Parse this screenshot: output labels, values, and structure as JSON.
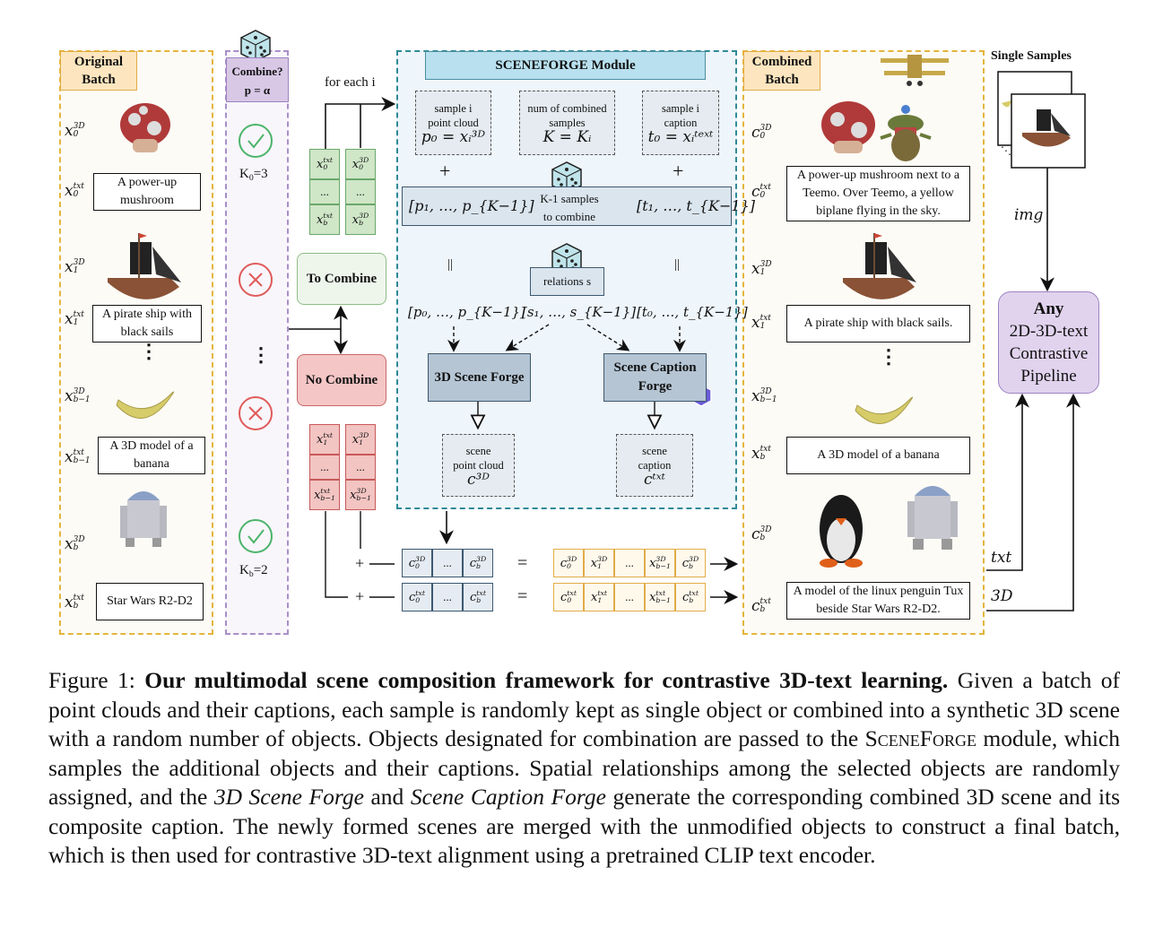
{
  "original_batch": {
    "title": "Original Batch",
    "items": [
      {
        "pc_label": "x",
        "pc_sup": "3D",
        "pc_sub": "0",
        "object": "mushroom",
        "txt_label": "x",
        "txt_sup": "txt",
        "txt_sub": "0",
        "caption": "A power-up mushroom"
      },
      {
        "pc_label": "x",
        "pc_sup": "3D",
        "pc_sub": "1",
        "object": "pirate ship",
        "txt_label": "x",
        "txt_sup": "txt",
        "txt_sub": "1",
        "caption": "A pirate ship with black sails"
      },
      {
        "pc_label": "x",
        "pc_sup": "3D",
        "pc_sub": "b−1",
        "object": "banana",
        "txt_label": "x",
        "txt_sup": "txt",
        "txt_sub": "b−1",
        "caption": "A 3D model of a banana"
      },
      {
        "pc_label": "x",
        "pc_sup": "3D",
        "pc_sub": "b",
        "object": "R2-D2",
        "txt_label": "x",
        "txt_sup": "txt",
        "txt_sub": "b",
        "caption": "Star Wars R2-D2"
      }
    ],
    "ellipsis": "⋮"
  },
  "combine_decision": {
    "title": "Combine?",
    "prob": "p = α",
    "decisions": [
      {
        "result": "check",
        "k_label": "K",
        "k_sub": "0",
        "k_value": "=3"
      },
      {
        "result": "cross"
      },
      {
        "result": "cross"
      },
      {
        "result": "check",
        "k_label": "K",
        "k_sub": "b",
        "k_value": "=2"
      }
    ],
    "ellipsis": "⋮"
  },
  "routing": {
    "for_each": "for each i",
    "to_combine": "To Combine",
    "no_combine": "No Combine",
    "green_stack": {
      "txt": [
        "x0txt",
        "...",
        "xbtxt"
      ],
      "pc": [
        "x0 3D",
        "...",
        "xb 3D"
      ]
    },
    "red_stack": {
      "txt": [
        "x1txt",
        "...",
        "xb-1txt"
      ],
      "pc": [
        "x1 3D",
        "...",
        "xb-1 3D"
      ]
    },
    "ellipsis": "..."
  },
  "sceneforge": {
    "title": "SCENEFORGE Module",
    "sample_pc": {
      "line1": "sample i",
      "line2": "point cloud",
      "formula": "p₀ = xᵢ³ᴰ"
    },
    "num_combined": {
      "line1": "num of combined",
      "line2": "samples",
      "formula": "K = Kᵢ"
    },
    "sample_cap": {
      "line1": "sample i",
      "line2": "caption",
      "formula": "t₀ = xᵢᵗᵉˣᵗ"
    },
    "plus": "+",
    "pc_list": "[p₁, …, p_{K−1}]",
    "txt_list": "[t₁, …, t_{K−1}]",
    "k_minus_1": "K-1 samples",
    "to_combine": "to combine",
    "equals_rot": "||",
    "relations": "relations s",
    "pc_full": "[p₀, …, p_{K−1}]",
    "rel_full": "[s₁, …, s_{K−1}]",
    "txt_full": "[t₀, …, t_{K−1}]",
    "forge3d": "3D Scene Forge",
    "forgecap": "Scene Caption Forge",
    "out_pc": {
      "line1": "scene",
      "line2": "point cloud",
      "formula": "c³ᴰ"
    },
    "out_cap": {
      "line1": "scene",
      "line2": "caption",
      "formula": "cᵗˣᵗ"
    }
  },
  "merge": {
    "plus": "+",
    "equals": "=",
    "scene_3d": [
      "c0 3D",
      "...",
      "cb 3D"
    ],
    "scene_txt": [
      "c0 txt",
      "...",
      "cb txt"
    ],
    "final_3d": [
      "c0 3D",
      "x1 3D",
      "...",
      "xb-1 3D",
      "cb 3D"
    ],
    "final_txt": [
      "c0 txt",
      "x1 txt",
      "...",
      "xb-1 txt",
      "cb txt"
    ]
  },
  "combined_batch": {
    "title": "Combined Batch",
    "items": [
      {
        "label": "c",
        "sup": "3D",
        "sub": "0",
        "kind": "pc",
        "object": "mushroom + teemo + biplane"
      },
      {
        "label": "c",
        "sup": "txt",
        "sub": "0",
        "kind": "txt",
        "caption": "A power-up mushroom next to a Teemo. Over Teemo, a yellow biplane flying in the sky."
      },
      {
        "label": "x",
        "sup": "3D",
        "sub": "1",
        "kind": "pc",
        "object": "pirate ship"
      },
      {
        "label": "x",
        "sup": "txt",
        "sub": "1",
        "kind": "txt",
        "caption": "A pirate ship with black sails."
      },
      {
        "label": "x",
        "sup": "3D",
        "sub": "b−1",
        "kind": "pc",
        "object": "banana"
      },
      {
        "label": "x",
        "sup": "txt",
        "sub": "b",
        "kind": "txt",
        "caption": "A 3D model of a banana"
      },
      {
        "label": "c",
        "sup": "3D",
        "sub": "b",
        "kind": "pc",
        "object": "penguin + R2-D2"
      },
      {
        "label": "c",
        "sup": "txt",
        "sub": "b",
        "kind": "txt",
        "caption": "A model of the linux penguin Tux beside Star Wars R2-D2."
      }
    ],
    "ellipsis": "⋮"
  },
  "right": {
    "single_samples": "Single Samples",
    "img": "img",
    "txt": "txt",
    "threeD": "3D",
    "pipeline": {
      "line1": "Any",
      "line2": "2D-3D-text",
      "line3": "Contrastive",
      "line4": "Pipeline"
    }
  },
  "caption": {
    "figure": "Figure 1:",
    "title": "Our multimodal scene composition framework for contrastive 3D-text learning.",
    "body_1": "Given a batch of point clouds and their captions, each sample is randomly kept as single object or combined into a synthetic 3D scene with a random number of objects. Objects designated for combination are passed to the",
    "sceneforge": "SceneForge",
    "body_2": "module, which samples the additional objects and their captions. Spatial relationships among the selected objects are randomly assigned, and the",
    "forge3d": "3D Scene Forge",
    "and": "and",
    "forgecap": "Scene Caption Forge",
    "body_3": "generate the corresponding combined 3D scene and its composite caption. The newly formed scenes are merged with the unmodified objects to construct a final batch, which is then used for contrastive 3D-text alignment using a pretrained CLIP text encoder."
  },
  "colors": {
    "orange": "#e3b53c",
    "purple": "#a98fc9",
    "teal": "#2f8a96",
    "green": "#4cb46a",
    "red": "#e05a5a"
  }
}
